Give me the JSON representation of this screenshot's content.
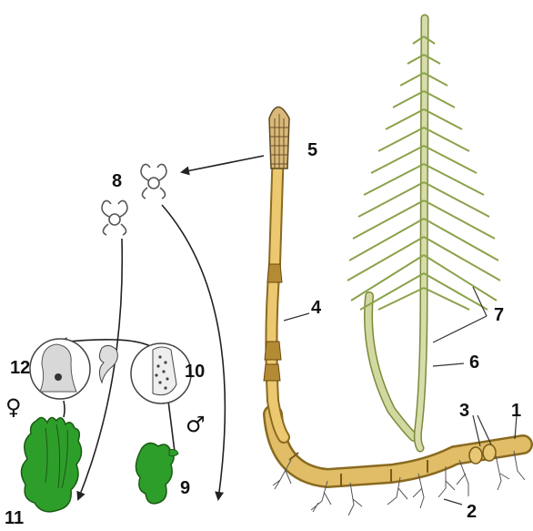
{
  "labels": {
    "l1": "1",
    "l2": "2",
    "l3": "3",
    "l4": "4",
    "l5": "5",
    "l6": "6",
    "l7": "7",
    "l8": "8",
    "l9": "9",
    "l10": "10",
    "l11": "11",
    "l12": "12"
  },
  "symbols": {
    "female": "♀",
    "male": "♂"
  },
  "colors": {
    "rhizome": "#d9b35a",
    "fertile_stem": "#e6c069",
    "sterile_stem": "#c9d49a",
    "branches": "#9fb560",
    "gametophyte": "#2e9e2a",
    "outline": "#333333",
    "arrow": "#222222"
  }
}
